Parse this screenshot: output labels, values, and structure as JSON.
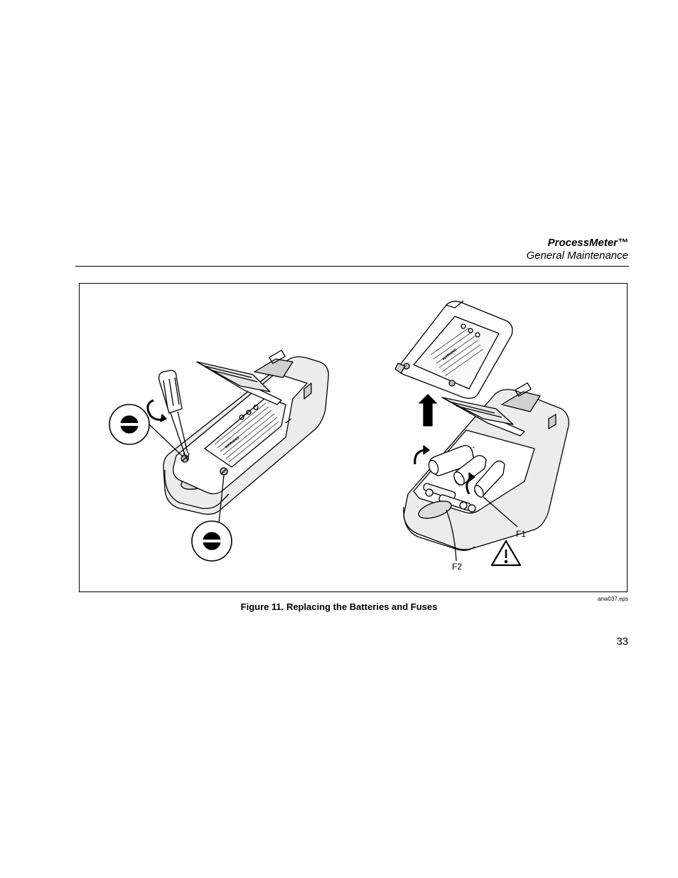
{
  "header": {
    "title": "ProcessMeter™",
    "section": "General Maintenance"
  },
  "figure": {
    "file_ref": "anw037.eps",
    "caption": "Figure 11. Replacing the Batteries and Fuses",
    "callouts": {
      "fuse_1": "F1",
      "fuse_2": "F2"
    },
    "panel_label": "WARNING",
    "icons": [
      "screwdriver-icon",
      "slotted-screw-icon",
      "rotate-arrow-icon",
      "lift-arrow-icon",
      "warning-triangle-icon"
    ]
  },
  "page_number": "33"
}
